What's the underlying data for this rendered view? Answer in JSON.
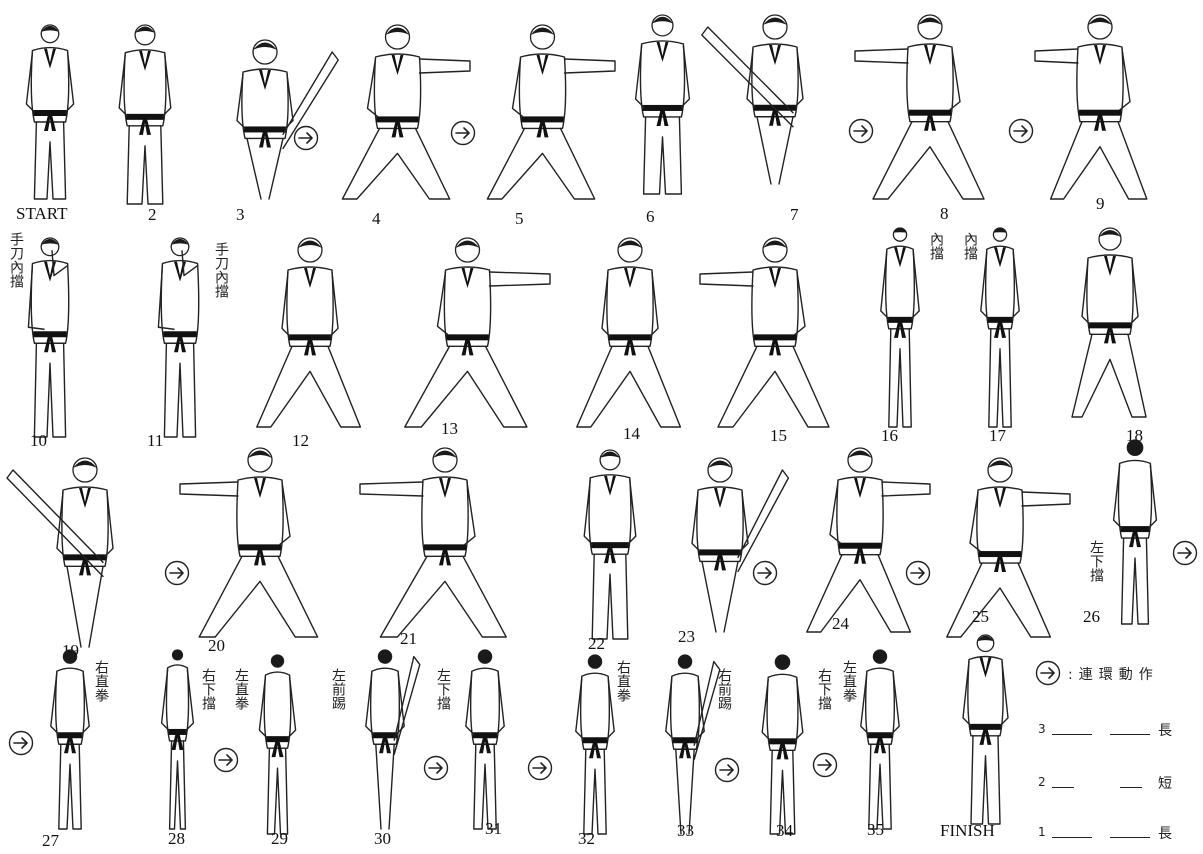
{
  "figures": [
    {
      "label": "START",
      "pose": "stand",
      "facing": "front"
    },
    {
      "label": "2",
      "pose": "stand",
      "facing": "side"
    },
    {
      "label": "3",
      "pose": "kick",
      "facing": "right"
    },
    {
      "label": "4",
      "pose": "punch",
      "facing": "right"
    },
    {
      "label": "5",
      "pose": "punch",
      "facing": "right"
    },
    {
      "label": "6",
      "pose": "stand",
      "facing": "side"
    },
    {
      "label": "7",
      "pose": "kick",
      "facing": "left"
    },
    {
      "label": "8",
      "pose": "punch",
      "facing": "left"
    },
    {
      "label": "9",
      "pose": "punch",
      "facing": "left"
    },
    {
      "label": "10",
      "pose": "block",
      "facing": "front"
    },
    {
      "label": "11",
      "pose": "block",
      "facing": "front"
    },
    {
      "label": "12",
      "pose": "stance",
      "facing": "right"
    },
    {
      "label": "13",
      "pose": "punch",
      "facing": "right"
    },
    {
      "label": "14",
      "pose": "stance",
      "facing": "left"
    },
    {
      "label": "15",
      "pose": "punch",
      "facing": "left"
    },
    {
      "label": "16",
      "pose": "stand",
      "facing": "front"
    },
    {
      "label": "17",
      "pose": "stand",
      "facing": "front"
    },
    {
      "label": "18",
      "pose": "stance",
      "facing": "left"
    },
    {
      "label": "19",
      "pose": "kick",
      "facing": "left"
    },
    {
      "label": "20",
      "pose": "punch",
      "facing": "left"
    },
    {
      "label": "21",
      "pose": "punch",
      "facing": "left"
    },
    {
      "label": "22",
      "pose": "stand",
      "facing": "side"
    },
    {
      "label": "23",
      "pose": "kick",
      "facing": "right"
    },
    {
      "label": "24",
      "pose": "punch",
      "facing": "right"
    },
    {
      "label": "25",
      "pose": "punch",
      "facing": "right"
    },
    {
      "label": "26",
      "pose": "stand",
      "facing": "back"
    },
    {
      "label": "27",
      "pose": "stand",
      "facing": "back"
    },
    {
      "label": "28",
      "pose": "stand",
      "facing": "back"
    },
    {
      "label": "29",
      "pose": "stand",
      "facing": "back"
    },
    {
      "label": "30",
      "pose": "kick",
      "facing": "back"
    },
    {
      "label": "31",
      "pose": "stand",
      "facing": "back"
    },
    {
      "label": "32",
      "pose": "stand",
      "facing": "back"
    },
    {
      "label": "33",
      "pose": "kick",
      "facing": "back"
    },
    {
      "label": "34",
      "pose": "stand",
      "facing": "back"
    },
    {
      "label": "35",
      "pose": "stand",
      "facing": "back"
    },
    {
      "label": "FINISH",
      "pose": "stand",
      "facing": "front"
    }
  ],
  "annotations": {
    "f10": "手刀內擋",
    "f11": "手刀內擋",
    "f16": "內擋",
    "f17": "內擋",
    "f26": "左下擋",
    "f27": "右直拳",
    "f28": "右下擋",
    "f29": "左直拳",
    "f30": "左前踢",
    "f31": "左下擋",
    "f32": "右直拳",
    "f33": "右前踢",
    "f34": "右下擋",
    "f35": "左直拳"
  },
  "legend": {
    "arrow_icon": "circled-right-arrow",
    "arrow_text": ":連環動作",
    "rows": [
      {
        "num": "3",
        "text": "長"
      },
      {
        "num": "2",
        "text": "短"
      },
      {
        "num": "1",
        "text": "長"
      }
    ]
  }
}
